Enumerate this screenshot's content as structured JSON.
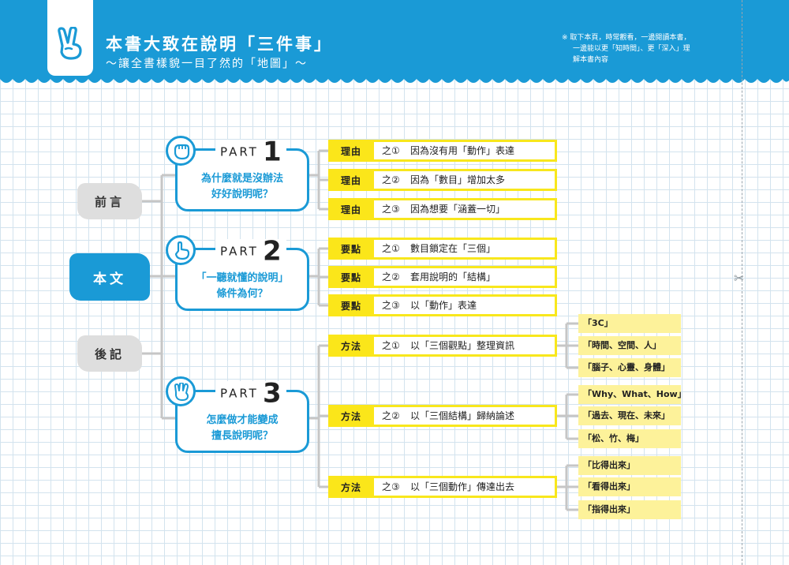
{
  "header": {
    "title": "本書大致在說明「三件事」",
    "subtitle": "～讓全書樣貌一目了然的「地圖」～",
    "note_lines": [
      "※ 取下本頁，時常觀看，一邊閱讀本書，",
      "一邊能以更「知時間」、更「深入」理",
      "解本書內容"
    ],
    "brand_color": "#1a9ad6",
    "accent_color": "#fbe61a",
    "logo_icon": "hand-peace-icon"
  },
  "side": {
    "preface": "前言",
    "main": "本文",
    "afterword": "後記"
  },
  "parts": [
    {
      "word": "PART",
      "num": "1",
      "q1": "為什麼就是沒辦法",
      "q2": "好好說明呢？",
      "icon": "hand-fist-icon",
      "items": [
        {
          "tag": "理由",
          "idx": "之①",
          "text": "因為沒有用「動作」表達"
        },
        {
          "tag": "理由",
          "idx": "之②",
          "text": "因為「數目」增加太多"
        },
        {
          "tag": "理由",
          "idx": "之③",
          "text": "因為想要「涵蓋一切」"
        }
      ]
    },
    {
      "word": "PART",
      "num": "2",
      "q1": "「一聽就懂的說明」",
      "q2": "條件為何？",
      "icon": "hand-point-icon",
      "items": [
        {
          "tag": "要點",
          "idx": "之①",
          "text": "數目鎖定在「三個」"
        },
        {
          "tag": "要點",
          "idx": "之②",
          "text": "套用說明的「結構」"
        },
        {
          "tag": "要點",
          "idx": "之③",
          "text": "以「動作」表達"
        }
      ]
    },
    {
      "word": "PART",
      "num": "3",
      "q1": "怎麼做才能變成",
      "q2": "擅長說明呢？",
      "icon": "hand-three-icon",
      "items": [
        {
          "tag": "方法",
          "idx": "之①",
          "text": "以「三個觀點」整理資訊",
          "subs": [
            "「3C」",
            "「時間、空間、人」",
            "「腦子、心靈、身體」"
          ]
        },
        {
          "tag": "方法",
          "idx": "之②",
          "text": "以「三個結構」歸納論述",
          "subs": [
            "「Why、What、How」",
            "「過去、現在、未來」",
            "「松、竹、梅」"
          ]
        },
        {
          "tag": "方法",
          "idx": "之③",
          "text": "以「三個動作」傳達出去",
          "subs": [
            "「比得出來」",
            "「看得出來」",
            "「指得出來」"
          ]
        }
      ]
    }
  ]
}
